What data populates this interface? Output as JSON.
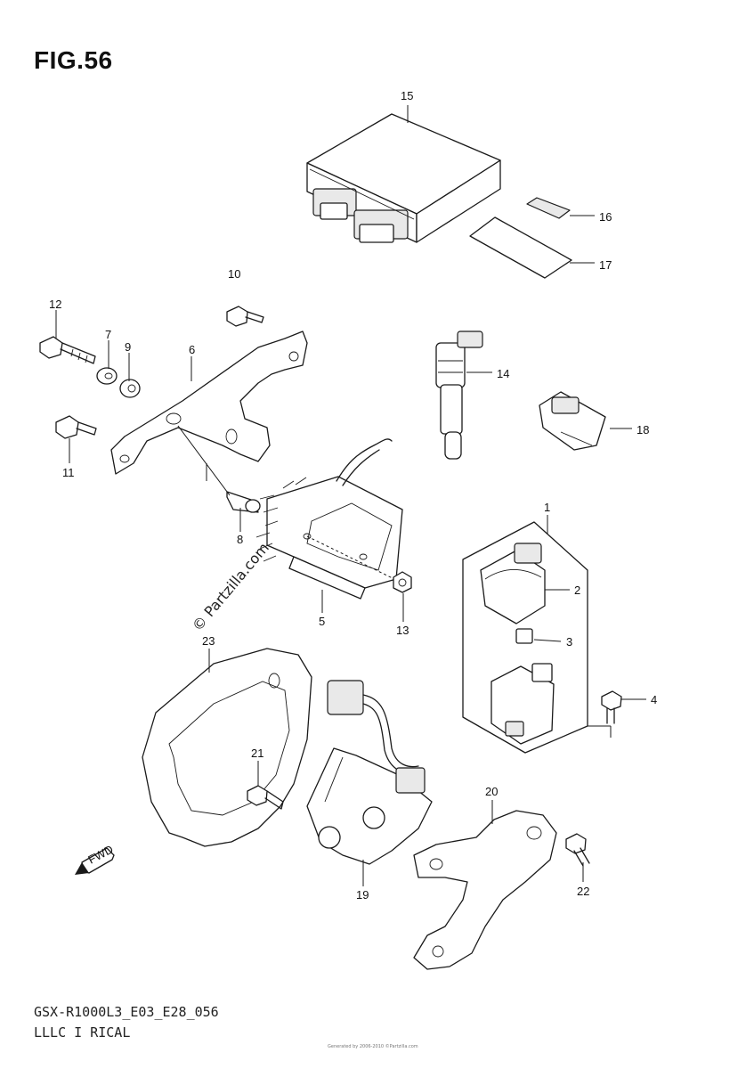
{
  "figure_title": "FIG.56",
  "watermark": "© Partzilla.com",
  "footer": {
    "model_code": "GSX-R1000L3_E03_E28_056",
    "section_name": "LLLC I RICAL",
    "fine_print": "Generated by 2006-2010 ©Partzilla.com"
  },
  "callouts": [
    "1",
    "2",
    "3",
    "4",
    "5",
    "6",
    "7",
    "8",
    "9",
    "10",
    "11",
    "12",
    "13",
    "14",
    "15",
    "16",
    "17",
    "18",
    "19",
    "20",
    "21",
    "22",
    "23"
  ],
  "fwd_label": "FWD"
}
